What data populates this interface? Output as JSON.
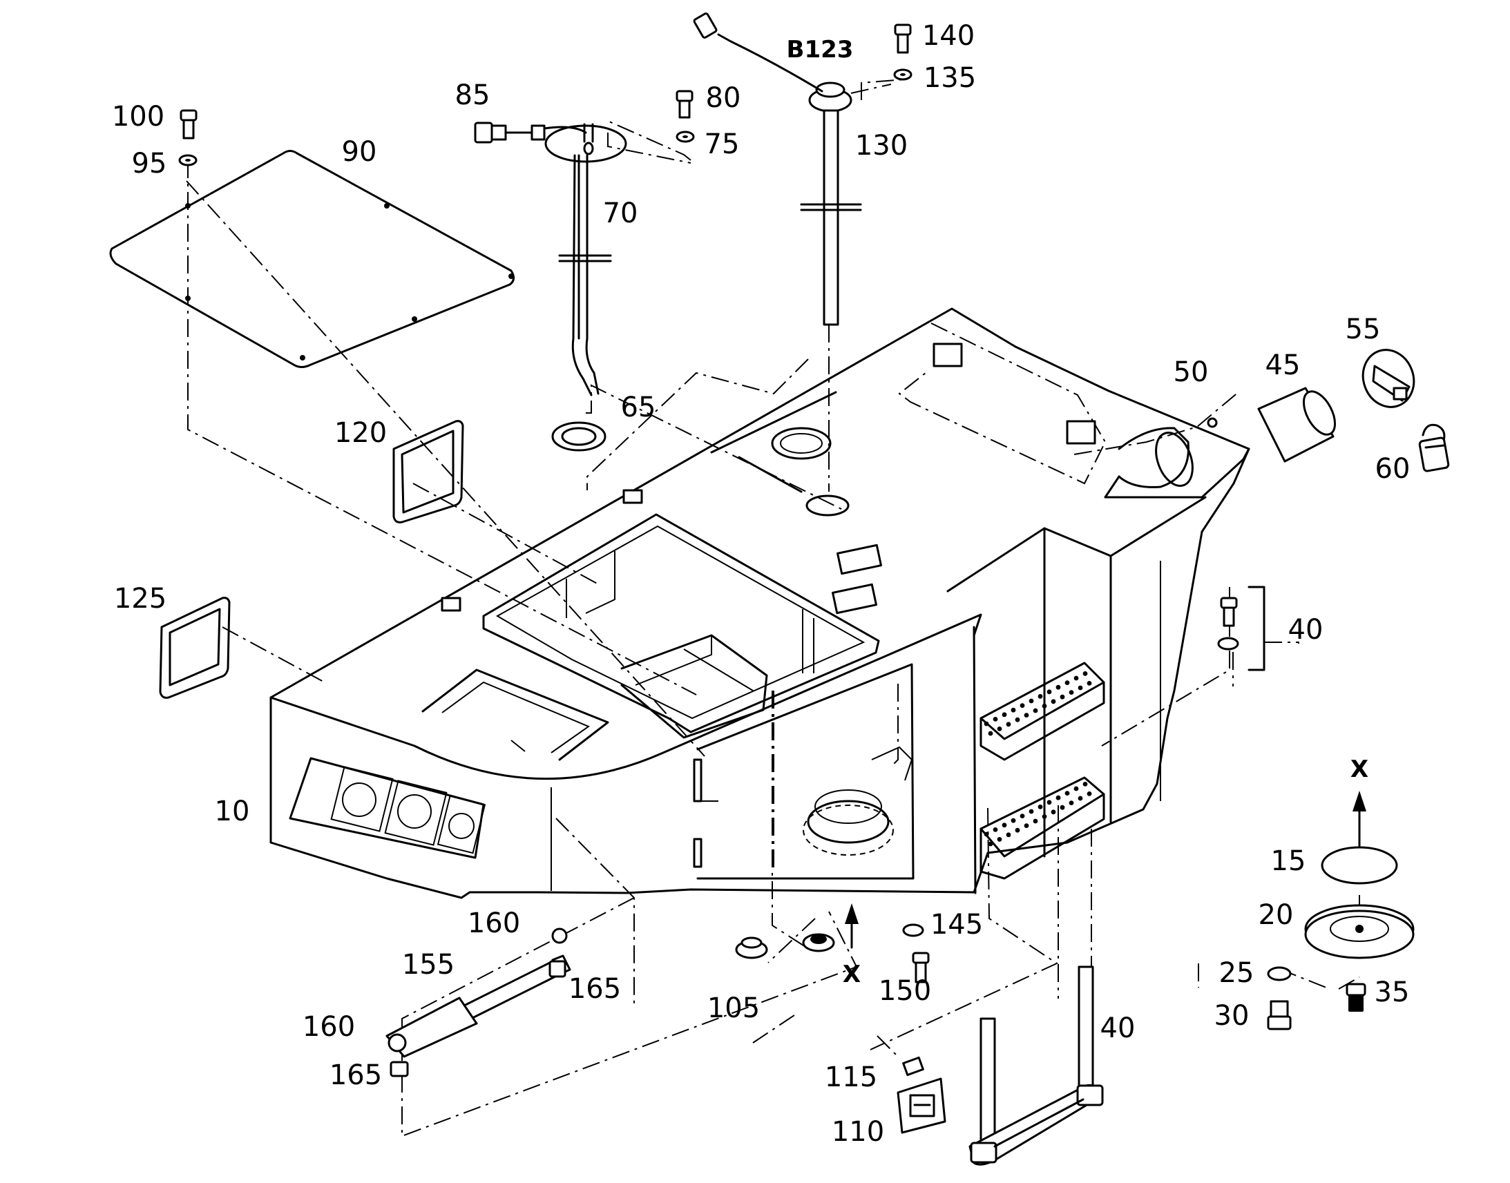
{
  "labels": {
    "p10": "10",
    "p15": "15",
    "p20": "20",
    "p25": "25",
    "p30": "30",
    "p35": "35",
    "p40a": "40",
    "p40b": "40",
    "p45": "45",
    "p50": "50",
    "p55": "55",
    "p60": "60",
    "p65": "65",
    "p70": "70",
    "p75": "75",
    "p80": "80",
    "p85": "85",
    "p90": "90",
    "p95": "95",
    "p100": "100",
    "p105": "105",
    "p110": "110",
    "p115": "115",
    "p120": "120",
    "p125": "125",
    "p130": "130",
    "p135": "135",
    "p140": "140",
    "p145": "145",
    "p150": "150",
    "p155": "155",
    "p160a": "160",
    "p160b": "160",
    "p165a": "165",
    "p165b": "165",
    "b123": "B123",
    "xa": "X",
    "xb": "X"
  }
}
